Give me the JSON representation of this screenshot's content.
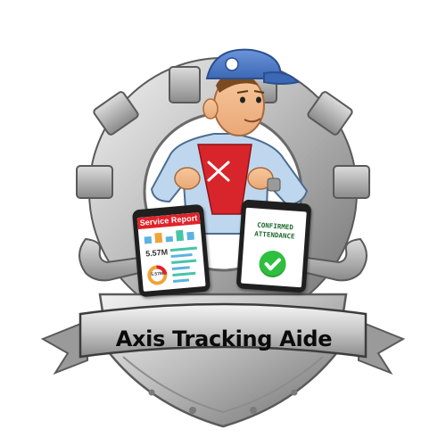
{
  "logo": {
    "title": "Axis Tracking Aide",
    "colors": {
      "metal_light": "#e6e6e6",
      "metal_mid": "#a8a8a8",
      "metal_dark": "#6a6a6a",
      "cap_blue": "#4f7fc9",
      "shirt_red": "#d8252b",
      "check_green": "#2fbf3f"
    },
    "phone_left": {
      "header": "Service Report",
      "value": "5.57M",
      "donut_value": "5.57M"
    },
    "phone_right": {
      "text": "CONFIRMED\nATTENDANCE",
      "icon": "check-icon"
    },
    "mascot_icon": "wrench-screwdriver-icon"
  }
}
